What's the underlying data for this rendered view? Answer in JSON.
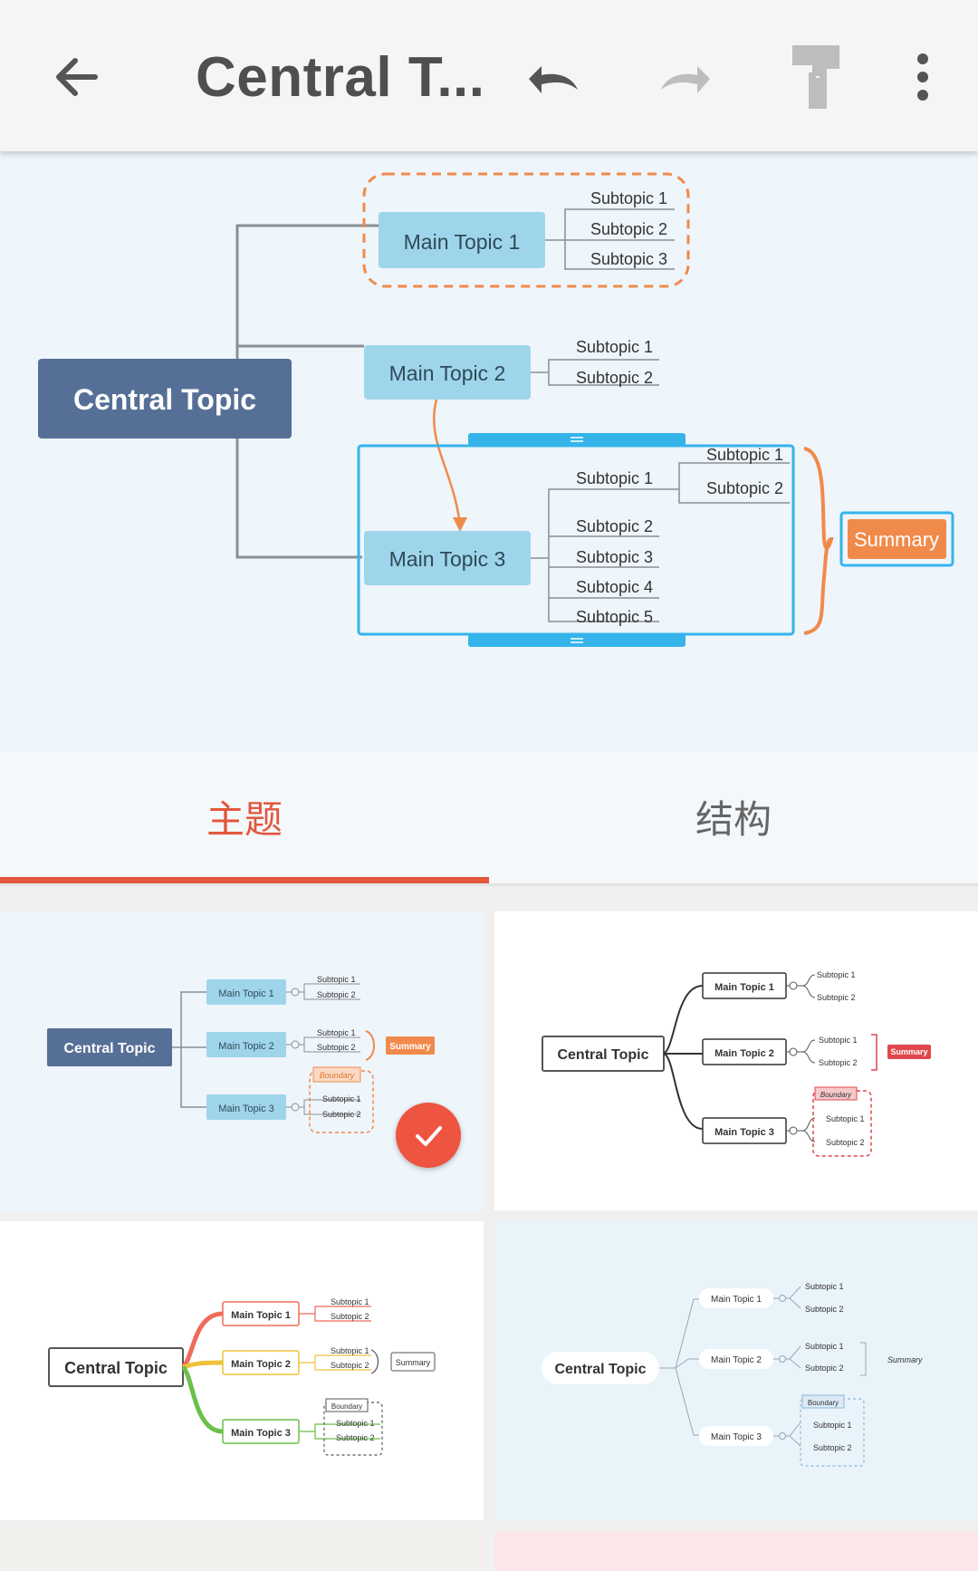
{
  "toolbar": {
    "title": "Central T...",
    "back_icon": "back-arrow-icon",
    "undo_icon": "undo-icon",
    "redo_icon": "redo-icon",
    "format_icon": "format-painter-icon",
    "more_icon": "more-vertical-icon"
  },
  "map": {
    "central": "Central Topic",
    "main1": "Main Topic 1",
    "main2": "Main Topic 2",
    "main3": "Main Topic 3",
    "m1_subs": [
      "Subtopic 1",
      "Subtopic 2",
      "Subtopic 3"
    ],
    "m2_subs": [
      "Subtopic 1",
      "Subtopic 2"
    ],
    "m3_subs": [
      "Subtopic 1",
      "Subtopic 2",
      "Subtopic 3",
      "Subtopic 4",
      "Subtopic 5"
    ],
    "m3_sub1_subs": [
      "Subtopic 1",
      "Subtopic 2"
    ],
    "summary": "Summary"
  },
  "tabs": {
    "theme": "主题",
    "structure": "结构"
  },
  "themes": {
    "central": "Central Topic",
    "mains": [
      "Main Topic 1",
      "Main Topic 2",
      "Main Topic 3"
    ],
    "sub1": "Subtopic 1",
    "sub2": "Subtopic 2",
    "summary": "Summary",
    "boundary": "Boundary"
  },
  "colors": {
    "accent": "#e2573d",
    "central_fill": "#566f96",
    "topic_fill": "#9fd5ea",
    "boundary_orange": "#f08a4b",
    "selection_blue": "#35b4ea"
  }
}
